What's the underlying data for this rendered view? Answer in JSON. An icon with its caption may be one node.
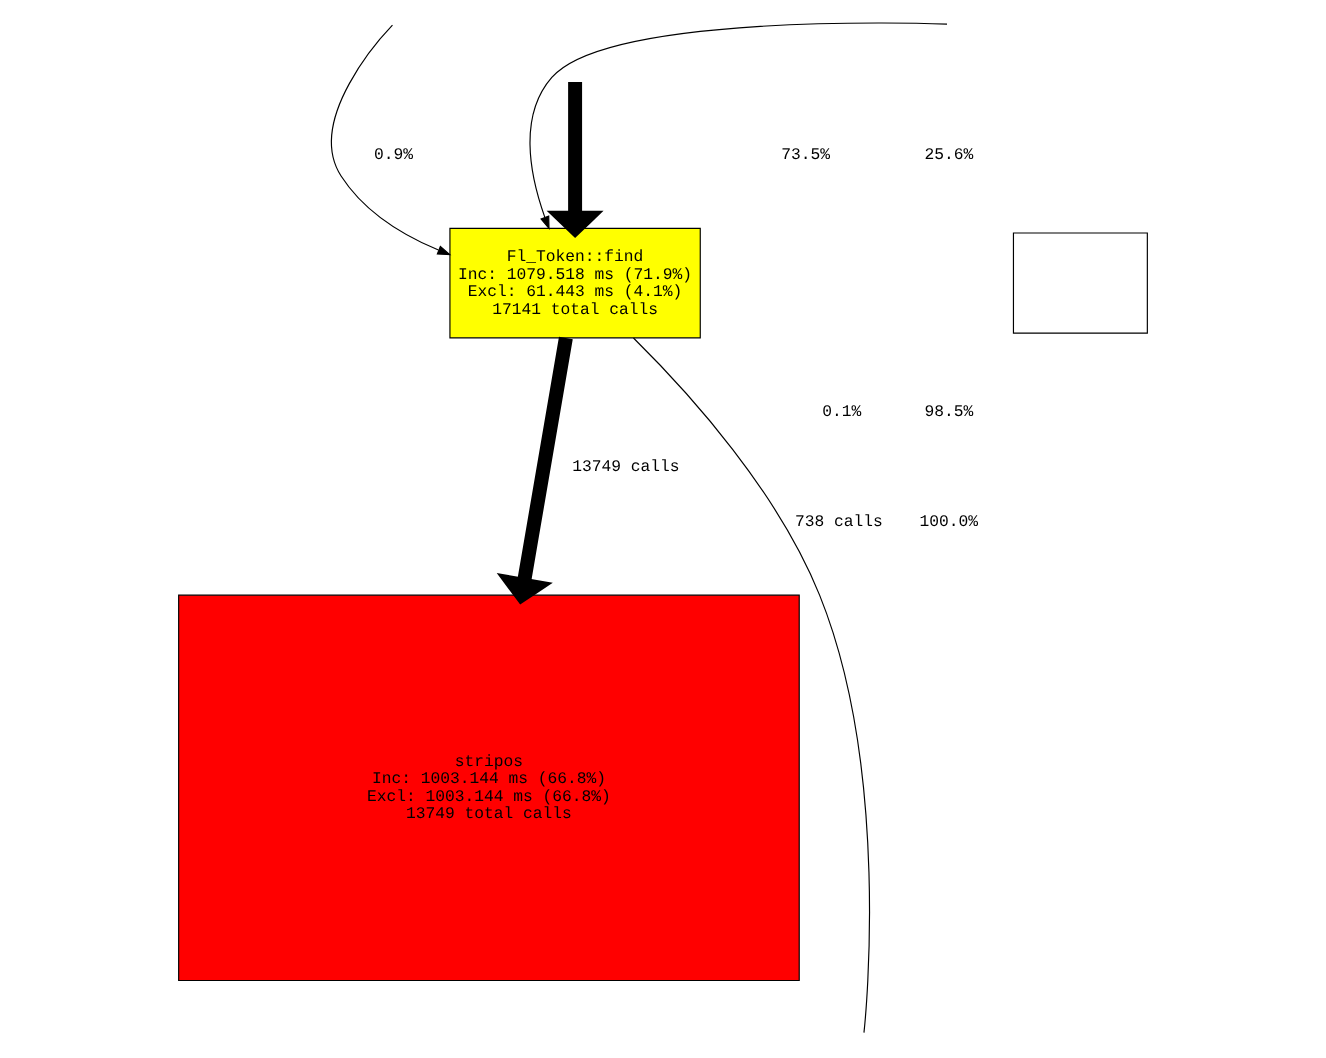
{
  "diagram": {
    "nodes": [
      {
        "text": [
          "Fl_Token::find",
          "Inc: 1079.518 ms (71.9%)",
          "Excl: 61.443 ms (4.1%)",
          "17141 total calls"
        ]
      },
      {
        "text": [
          "stripos",
          "Inc: 1003.144 ms (66.8%)",
          "Excl: 1003.144 ms (66.8%)",
          "13749 total calls"
        ]
      },
      {
        "text": [],
        "shape": "box"
      }
    ],
    "edges": [
      {
        "from": 0,
        "to": 1,
        "arrow": "to",
        "label": "13749 calls",
        "style": "thick"
      },
      {
        "from": 0,
        "to": null,
        "arrow": "none",
        "label": "738 calls"
      },
      {
        "from": null,
        "to": 0,
        "arrow": "to"
      },
      {
        "from": null,
        "to": 0,
        "arrow": "to"
      },
      {
        "from": null,
        "to": 0,
        "arrow": "to",
        "style": "thick"
      }
    ],
    "labels": [
      "0.9%",
      "25.6%",
      "73.5%",
      "98.5%",
      "0.1%",
      "100.0%"
    ]
  }
}
